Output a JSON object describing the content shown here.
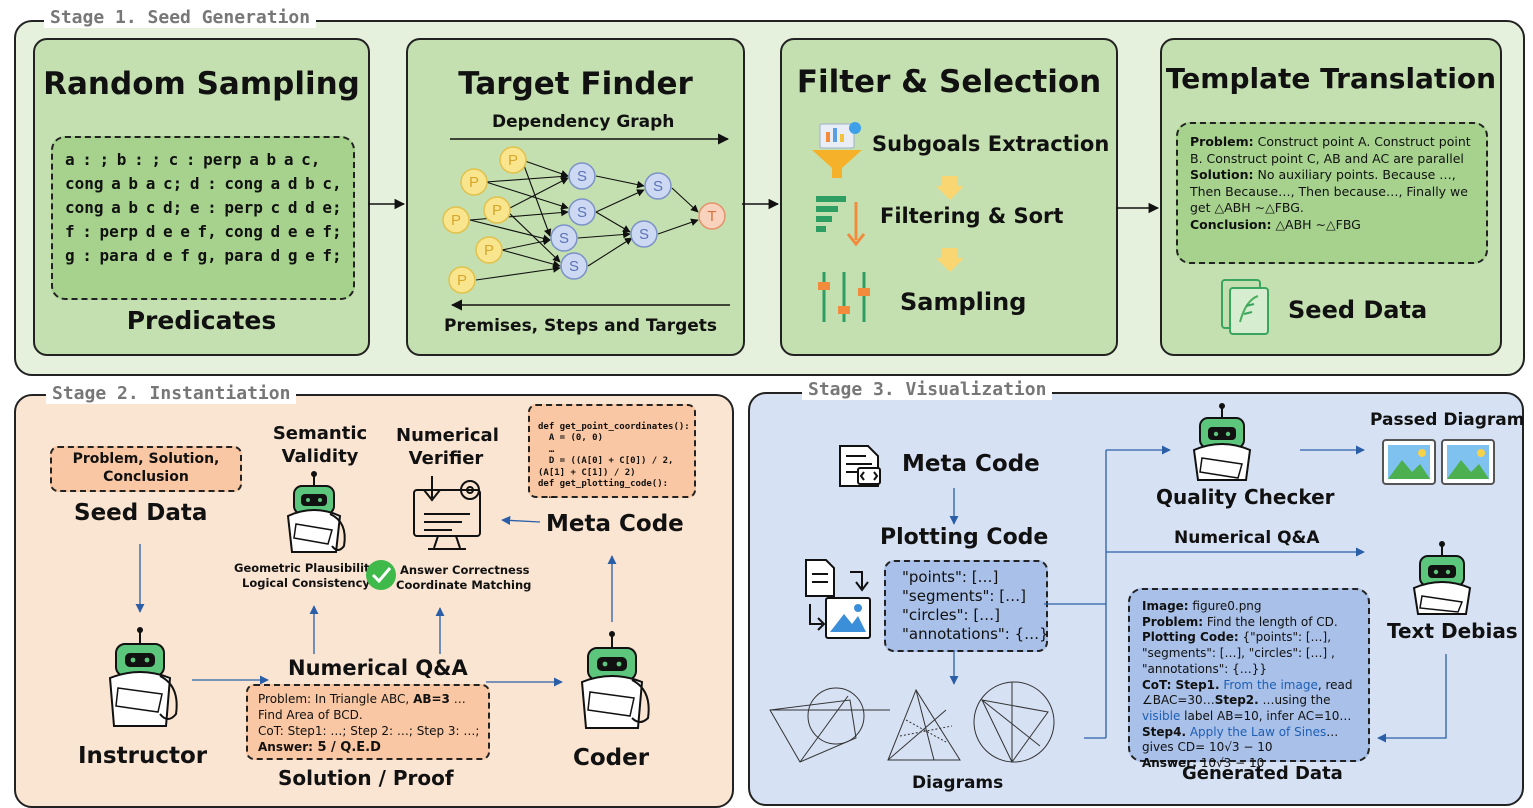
{
  "stage1": {
    "title": "Stage 1. Seed Generation",
    "random_sampling": {
      "title": "Random Sampling",
      "predicates_text": "a : ; b : ; c : perp a b a c, cong a b a c; d : cong a d b c, cong a b c d; e : perp c d d e; f : perp d e e f, cong d e e f; g : para d e f g, para d g e f;",
      "label": "Predicates"
    },
    "target_finder": {
      "title": "Target Finder",
      "top_label": "Dependency Graph",
      "bottom_label": "Premises, Steps and Targets",
      "node_p": "P",
      "node_s": "S",
      "node_t": "T"
    },
    "filter_selection": {
      "title": "Filter & Selection",
      "step1": "Subgoals Extraction",
      "step2": "Filtering & Sort",
      "step3": "Sampling"
    },
    "template_translation": {
      "title": "Template Translation",
      "problem_label": "Problem:",
      "problem_text": " Construct point A. Construct point B. Construct point C, AB and AC are parallel",
      "solution_label": "Solution:",
      "solution_text": " No auxiliary points. Because …, Then Because…, Then because…, Finally we get △ABH ∼△FBG.",
      "conclusion_label": "Conclusion:",
      "conclusion_text": " △ABH ∼△FBG",
      "seed_label": "Seed Data"
    }
  },
  "stage2": {
    "title": "Stage 2. Instantiation",
    "seed_box": "Problem, Solution, Conclusion",
    "seed_label": "Seed Data",
    "instructor": "Instructor",
    "semantic_validity": "Semantic Validity",
    "numerical_verifier": "Numerical Verifier",
    "checks_left": [
      "Geometric Plausibility",
      "Logical Consistency"
    ],
    "checks_right": [
      "Answer Correctness",
      "Coordinate Matching"
    ],
    "code_lines": [
      "def get_point_coordinates():",
      "  A = (0, 0)",
      "  …",
      "  D = ((A[0] + C[0]) / 2,",
      "(A[1] + C[1]) / 2)",
      "def get_plotting_code():",
      "  …"
    ],
    "meta_code": "Meta Code",
    "numerical_qa": "Numerical Q&A",
    "sol_line1_a": "Problem: In Triangle ABC, ",
    "sol_line1_b": "AB=3",
    "sol_line1_c": " … Find Area of BCD.",
    "sol_line2": "CoT: Step1: …; Step 2: …; Step 3: …;",
    "sol_answer_label": "Answer:",
    "sol_answer_value": " 5 / Q.E.D",
    "solution_proof": "Solution / Proof",
    "coder": "Coder"
  },
  "stage3": {
    "title": "Stage 3. Visualization",
    "meta_code": "Meta Code",
    "plotting_code": "Plotting Code",
    "code_items": [
      "\"points\": […]",
      "\"segments\": […]",
      "\"circles\": […]",
      "\"annotations\": {…}"
    ],
    "diagrams": "Diagrams",
    "quality_checker": "Quality Checker",
    "passed_diagram": "Passed Diagram",
    "numerical_qa": "Numerical Q&A",
    "text_debias": "Text Debias",
    "generated_data": "Generated Data",
    "gen": {
      "image_label": "Image:",
      "image_value": " figure0.png",
      "problem_label": "Problem:",
      "problem_value": " Find the length of CD.",
      "plot_label": "Plotting Code:",
      "plot_value": " {\"points\": […], \"segments\": […], \"circles\": […] , \"annotations\": {…}}",
      "cot_label": "CoT: Step1.",
      "cot_blue1": " From the image",
      "cot_t1": ", read ∠BAC=30…",
      "cot_step2": "Step2.",
      "cot_t2": " …using the ",
      "cot_blue2": "visible",
      "cot_t3": " label AB=10, infer AC=10…",
      "cot_step4": "Step4.",
      "cot_blue3": " Apply the Law of Sines",
      "cot_t4": "…gives CD= 10√3 − 10",
      "answer_label": "Answer:",
      "answer_value": " 10√3 − 10"
    }
  },
  "colors": {
    "stage1_bg": "#e5f1dc",
    "panel_green": "#c4e0b0",
    "stage2_bg": "#fae4d2",
    "stage2_box": "#f9c7a3",
    "stage3_bg": "#d6e1f4",
    "stage3_box": "#a9c0e8",
    "arrow_blue": "#2a5fa8",
    "robot_green": "#5cc77c"
  }
}
